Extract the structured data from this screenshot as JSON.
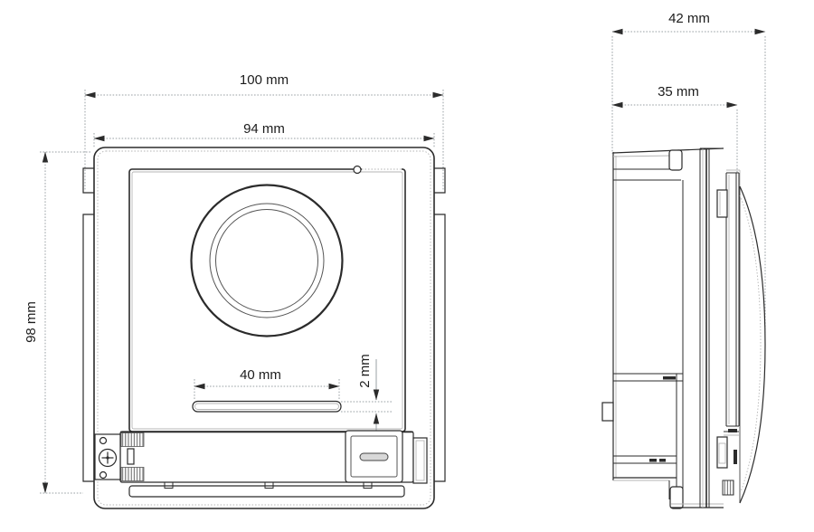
{
  "drawing": {
    "views": {
      "front": {
        "label_width_outer": "100 mm",
        "label_width_plate": "94 mm",
        "label_height": "98 mm",
        "label_slot_length": "40 mm",
        "label_slot_height": "2 mm"
      },
      "side": {
        "label_depth_total": "42 mm",
        "label_depth_front": "35 mm"
      }
    },
    "colors": {
      "bg": "#ffffff",
      "line": "#2b2b2b",
      "faint": "#b5b5b5",
      "dim": "#9aa0a4",
      "text": "#1c1c1c"
    }
  }
}
